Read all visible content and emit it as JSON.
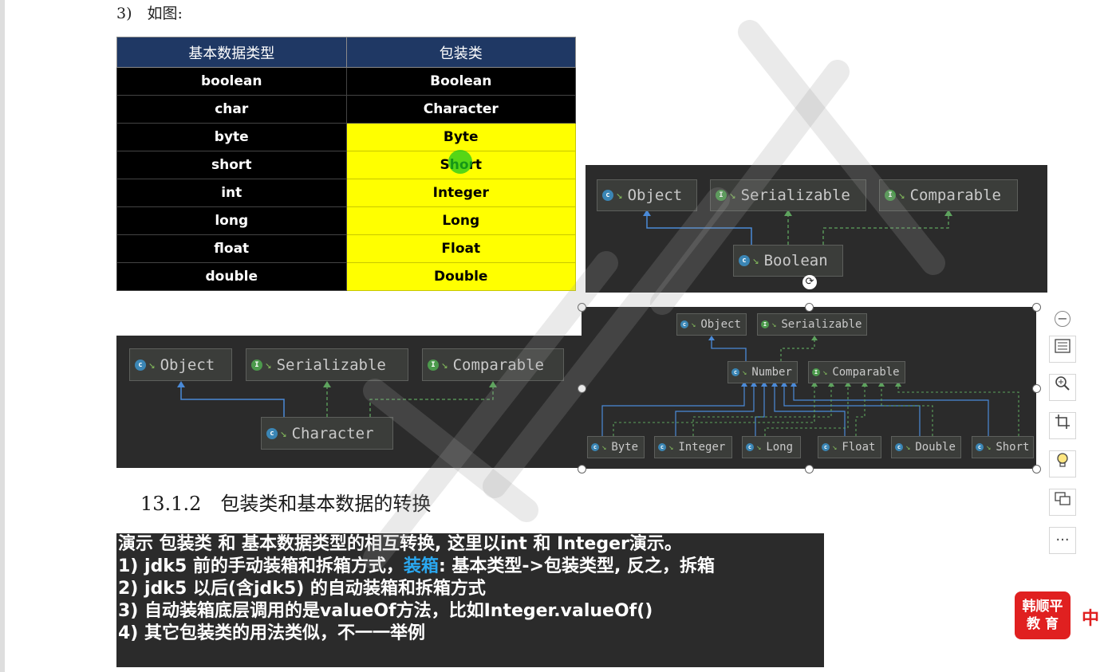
{
  "step_label": "3)　如图:",
  "table": {
    "headers": [
      "基本数据类型",
      "包装类"
    ],
    "rows": [
      [
        "boolean",
        "Boolean"
      ],
      [
        "char",
        "Character"
      ],
      [
        "byte",
        "Byte"
      ],
      [
        "short",
        "Short"
      ],
      [
        "int",
        "Integer"
      ],
      [
        "long",
        "Long"
      ],
      [
        "float",
        "Float"
      ],
      [
        "double",
        "Double"
      ]
    ]
  },
  "diagram_boolean": {
    "object": "Object",
    "serializable": "Serializable",
    "comparable": "Comparable",
    "child": "Boolean"
  },
  "diagram_character": {
    "object": "Object",
    "serializable": "Serializable",
    "comparable": "Comparable",
    "child": "Character"
  },
  "diagram_number": {
    "object": "Object",
    "serializable": "Serializable",
    "number": "Number",
    "comparable": "Comparable",
    "children": [
      "Byte",
      "Integer",
      "Long",
      "Float",
      "Double",
      "Short"
    ]
  },
  "section_title": "13.1.2　包装类和基本数据的转换",
  "demo": {
    "line1": "演示 包装类 和 基本数据类型的相互转换, 这里以int 和 Integer演示。",
    "line2_a": "1) jdk5 前的手动装箱和拆箱方式，",
    "line2_b": "装箱",
    "line2_c": ": 基本类型->包装类型, 反之，拆箱",
    "line3": "2) jdk5 以后(含jdk5) 的自动装箱和拆箱方式",
    "line4": "3) 自动装箱底层调用的是valueOf方法，比如Integer.valueOf()",
    "line5": "4) 其它包装类的用法类似，不一一举例"
  },
  "logo": {
    "line1": "韩顺平",
    "line2": "教 育",
    "side": "中"
  },
  "toolbar": [
    "minus-icon",
    "layout-icon",
    "zoom-icon",
    "crop-icon",
    "idea-icon",
    "replace-image-icon",
    "more-icon"
  ],
  "more_label": "···",
  "colors": {
    "header": "#1f3864",
    "highlight": "#ffff00",
    "diagram_bg": "#2b2b2b",
    "accent_blue": "#2aa8f0",
    "brand_red": "#e02020"
  }
}
